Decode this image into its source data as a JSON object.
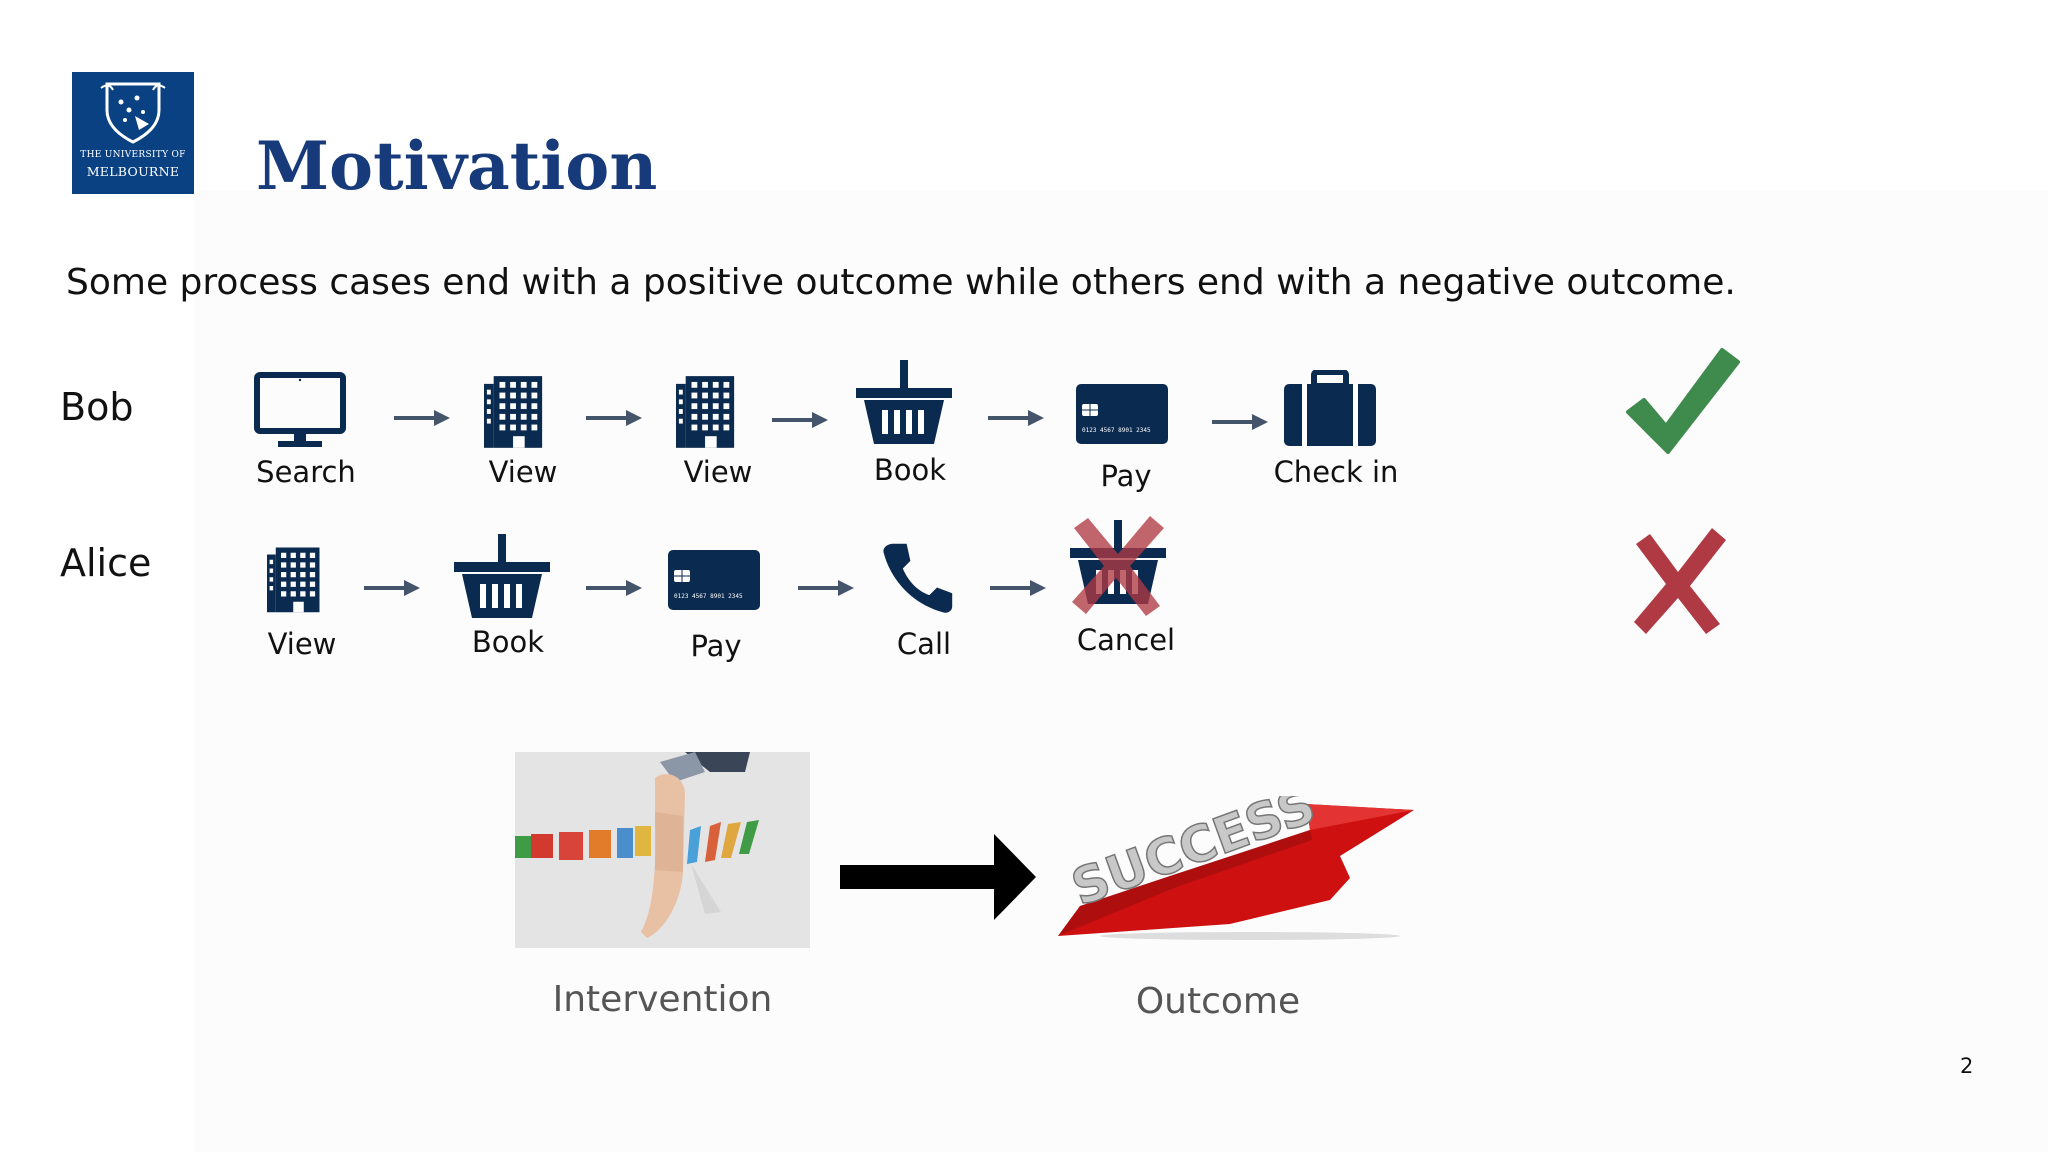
{
  "slide": {
    "title": "Motivation",
    "subtitle": "Some process cases end with a positive outcome while others end with a negative outcome.",
    "page_number": "2"
  },
  "logo": {
    "line1": "THE UNIVERSITY OF",
    "line2": "MELBOURNE",
    "color": "#094183"
  },
  "traces": {
    "bob": {
      "name": "Bob",
      "steps": [
        "Search",
        "View",
        "View",
        "Book",
        "Pay",
        "Check in"
      ],
      "result_icon": "check-icon"
    },
    "alice": {
      "name": "Alice",
      "steps": [
        "View",
        "Book",
        "Pay",
        "Call",
        "Cancel"
      ],
      "result_icon": "cross-icon"
    }
  },
  "bottom": {
    "left_caption": "Intervention",
    "right_caption": "Outcome",
    "success_text": "SUCCESS"
  },
  "card": {
    "number": "0123 4567 8901 2345"
  },
  "colors": {
    "icon": "#0b2a4f",
    "arrow": "#44546a",
    "check": "#3f8a4d",
    "cross": "#b03a44",
    "title": "#173a7a"
  }
}
